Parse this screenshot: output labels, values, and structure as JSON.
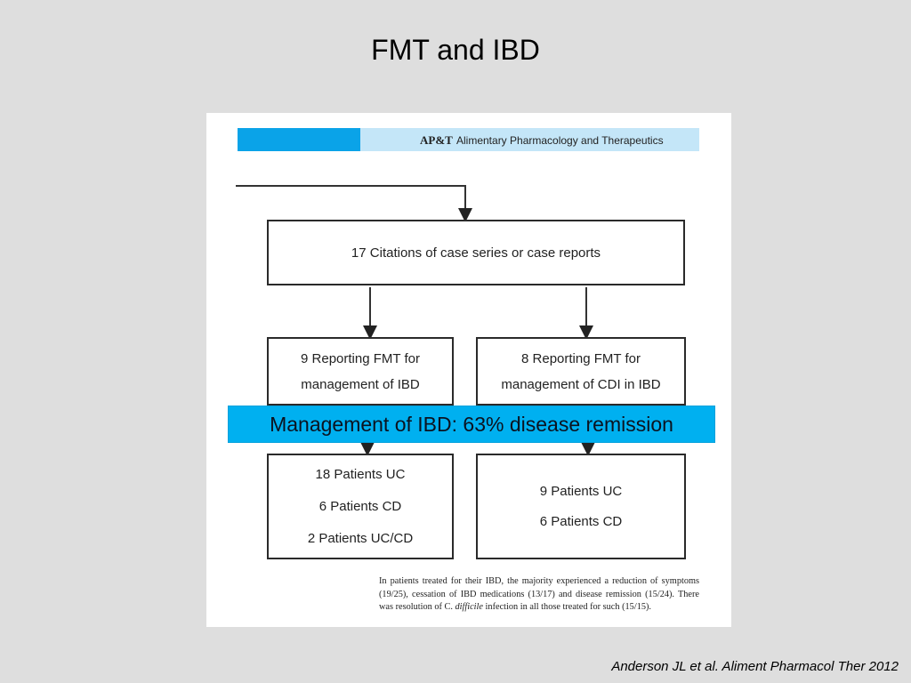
{
  "slide": {
    "title": "FMT and IBD",
    "citation": "Anderson JL et al. Aliment Pharmacol Ther 2012"
  },
  "figure": {
    "journal_abbr": "AP&T",
    "journal_name": "Alimentary Pharmacology and Therapeutics",
    "top_box": "17 Citations of case series or case reports",
    "ibd_box": [
      "9 Reporting FMT for",
      "management of IBD"
    ],
    "cdi_box": [
      "8 Reporting FMT for",
      "management of CDI in IBD"
    ],
    "left_box": [
      "18 Patients UC",
      "6 Patients CD",
      "2 Patients UC/CD"
    ],
    "right_box": [
      "9 Patients UC",
      "6 Patients CD"
    ],
    "caption_parts": [
      "In patients treated for their IBD, the majority experienced a reduction of symptoms (19/25), cessation of IBD medications (13/17) and disease remission (15/24). There was resolution of C. ",
      "difficile",
      " infection in all those treated for such (15/15)."
    ]
  },
  "highlight": "Management of IBD: 63% disease remission",
  "colors": {
    "background": "#dedede",
    "journal_banner_dark": "#0aa3e8",
    "journal_banner_light": "#c4e6f8",
    "highlight_banner": "#00b0f0"
  }
}
